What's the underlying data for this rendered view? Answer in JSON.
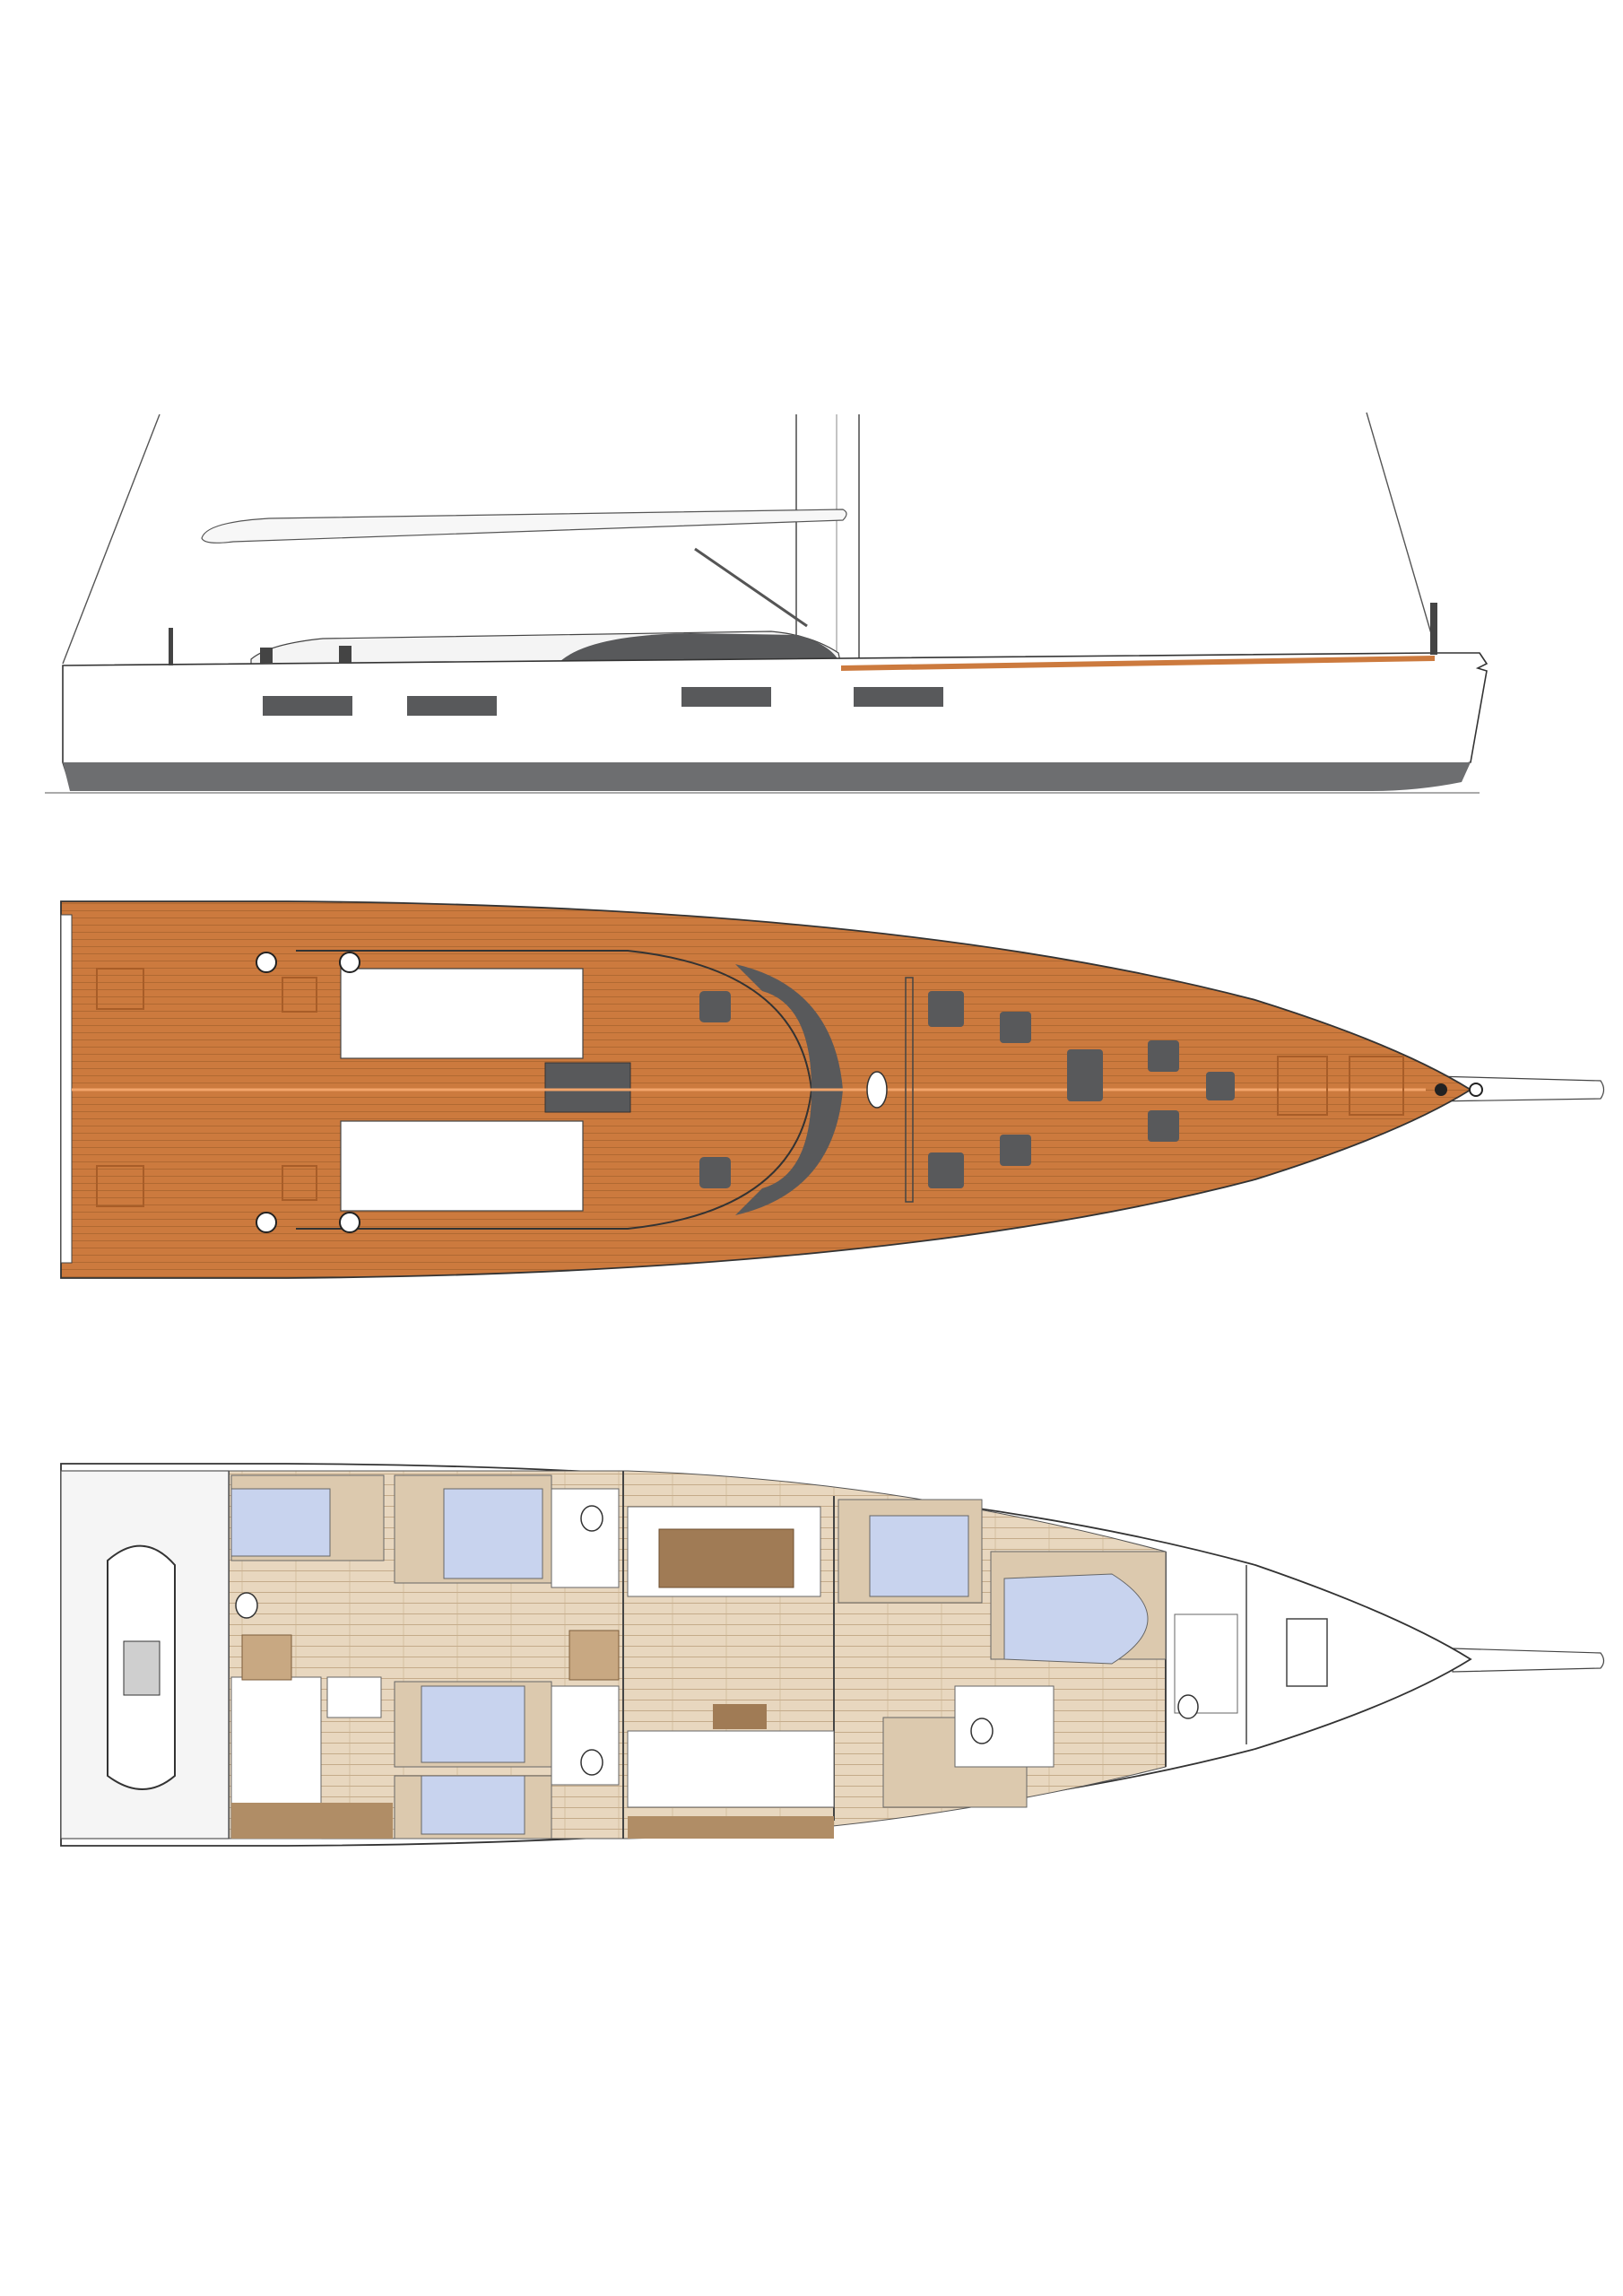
{
  "drawing": {
    "views": [
      {
        "id": "side-profile",
        "kind": "profile-elevation"
      },
      {
        "id": "deck-plan",
        "kind": "deck-plan"
      },
      {
        "id": "interior-plan",
        "kind": "accommodation-plan"
      }
    ]
  },
  "colors": {
    "teak": "#cc7a3e",
    "teak_dark": "#a85d28",
    "deck_gray": "#58595b",
    "hull_white": "#ffffff",
    "boot_gray": "#6d6e70",
    "interior_wood": "#e6d3b8",
    "interior_dark": "#b08d66",
    "berth_blue": "#c8d3ee",
    "line": "#3a3a3a"
  },
  "icons": [
    "winch-icon",
    "hatch-icon",
    "anchor-icon",
    "tender-icon",
    "toilet-icon",
    "berth-icon",
    "table-icon"
  ]
}
